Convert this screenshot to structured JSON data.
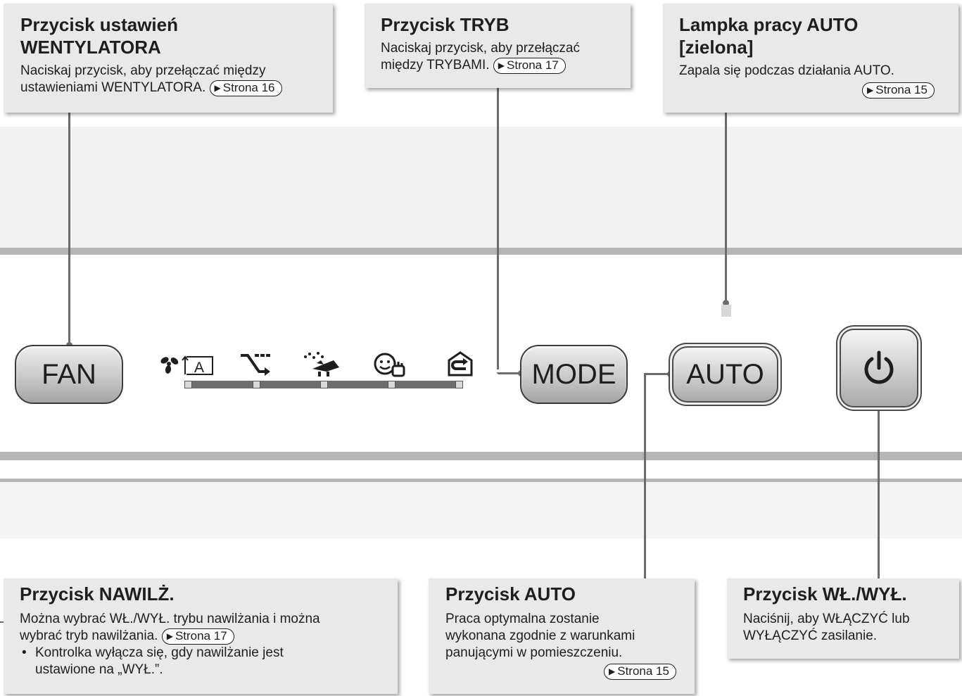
{
  "callouts": {
    "fan": {
      "title_line1": "Przycisk ustawień",
      "title_line2": "WENTYLATORA",
      "text_line1": "Naciskaj przycisk, aby przełączać między",
      "text_line2": "ustawieniami WENTYLATORA.",
      "ref": "Strona 16"
    },
    "mode": {
      "title": "Przycisk TRYB",
      "text_line1": "Naciskaj przycisk, aby przełączać",
      "text_line2": "między TRYBAMI.",
      "ref": "Strona 17"
    },
    "lamp": {
      "title_line1": "Lampka pracy AUTO",
      "title_line2": "[zielona]",
      "text": "Zapala się podczas działania AUTO.",
      "ref": "Strona 15"
    },
    "humid": {
      "title": "Przycisk NAWILŻ.",
      "text_line1": "Można wybrać WŁ./WYŁ. trybu nawilżania i można",
      "text_line2": "wybrać tryb nawilżania.",
      "ref": "Strona 17",
      "bullet_mark": "•",
      "bullet_line1": "Kontrolka wyłącza się, gdy nawilżanie jest",
      "bullet_line2": "ustawione na „WYŁ.”."
    },
    "auto": {
      "title": "Przycisk AUTO",
      "text_line1": "Praca optymalna zostanie",
      "text_line2": "wykonana zgodnie z warunkami",
      "text_line3": "panującymi w pomieszczeniu.",
      "ref": "Strona 15"
    },
    "power": {
      "title": "Przycisk WŁ./WYŁ.",
      "text_line1": "Naciśnij, aby WŁĄCZYĆ lub",
      "text_line2": "WYŁĄCZYĆ zasilanie."
    }
  },
  "buttons": {
    "fan": "FAN",
    "mode": "MODE",
    "auto": "AUTO"
  },
  "ref_marker": "▶",
  "mode_icons": [
    "fan-auto-icon",
    "dehumidify-icon",
    "cooling-icon",
    "comfort-icon",
    "home-return-icon"
  ],
  "mode_icon_label": "A",
  "colors": {
    "panel": "#e9e9e9",
    "band": "#f2f2f2",
    "stripe": "#b5b5b5",
    "leader": "#6b6b6b"
  }
}
